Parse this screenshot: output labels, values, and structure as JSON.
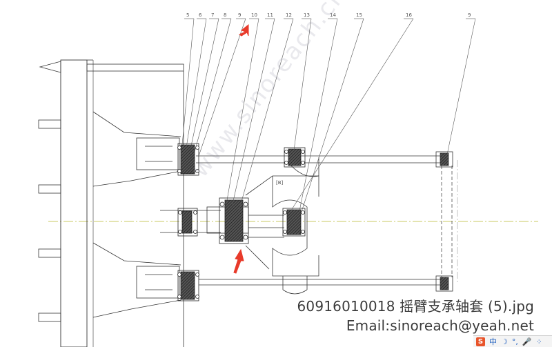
{
  "drawing": {
    "callouts": [
      "5",
      "6",
      "7",
      "8",
      "9",
      "10",
      "11",
      "12",
      "13",
      "14",
      "15",
      "16",
      "9"
    ],
    "section_label": "[B]"
  },
  "watermark_text": "www.sinoreach.cn",
  "caption": {
    "filename": "60916010018 摇臂支承轴套 (5).jpg",
    "email": "Email:sinoreach@yeah.net"
  },
  "ime_toolbar": {
    "logo": "S",
    "items": [
      "中",
      "☽",
      "°,",
      "🎤",
      "⁘"
    ]
  },
  "colors": {
    "line": "#333333",
    "hatch": "#222222",
    "center_line": "#c8c860",
    "arrow": "#e83a2a"
  }
}
